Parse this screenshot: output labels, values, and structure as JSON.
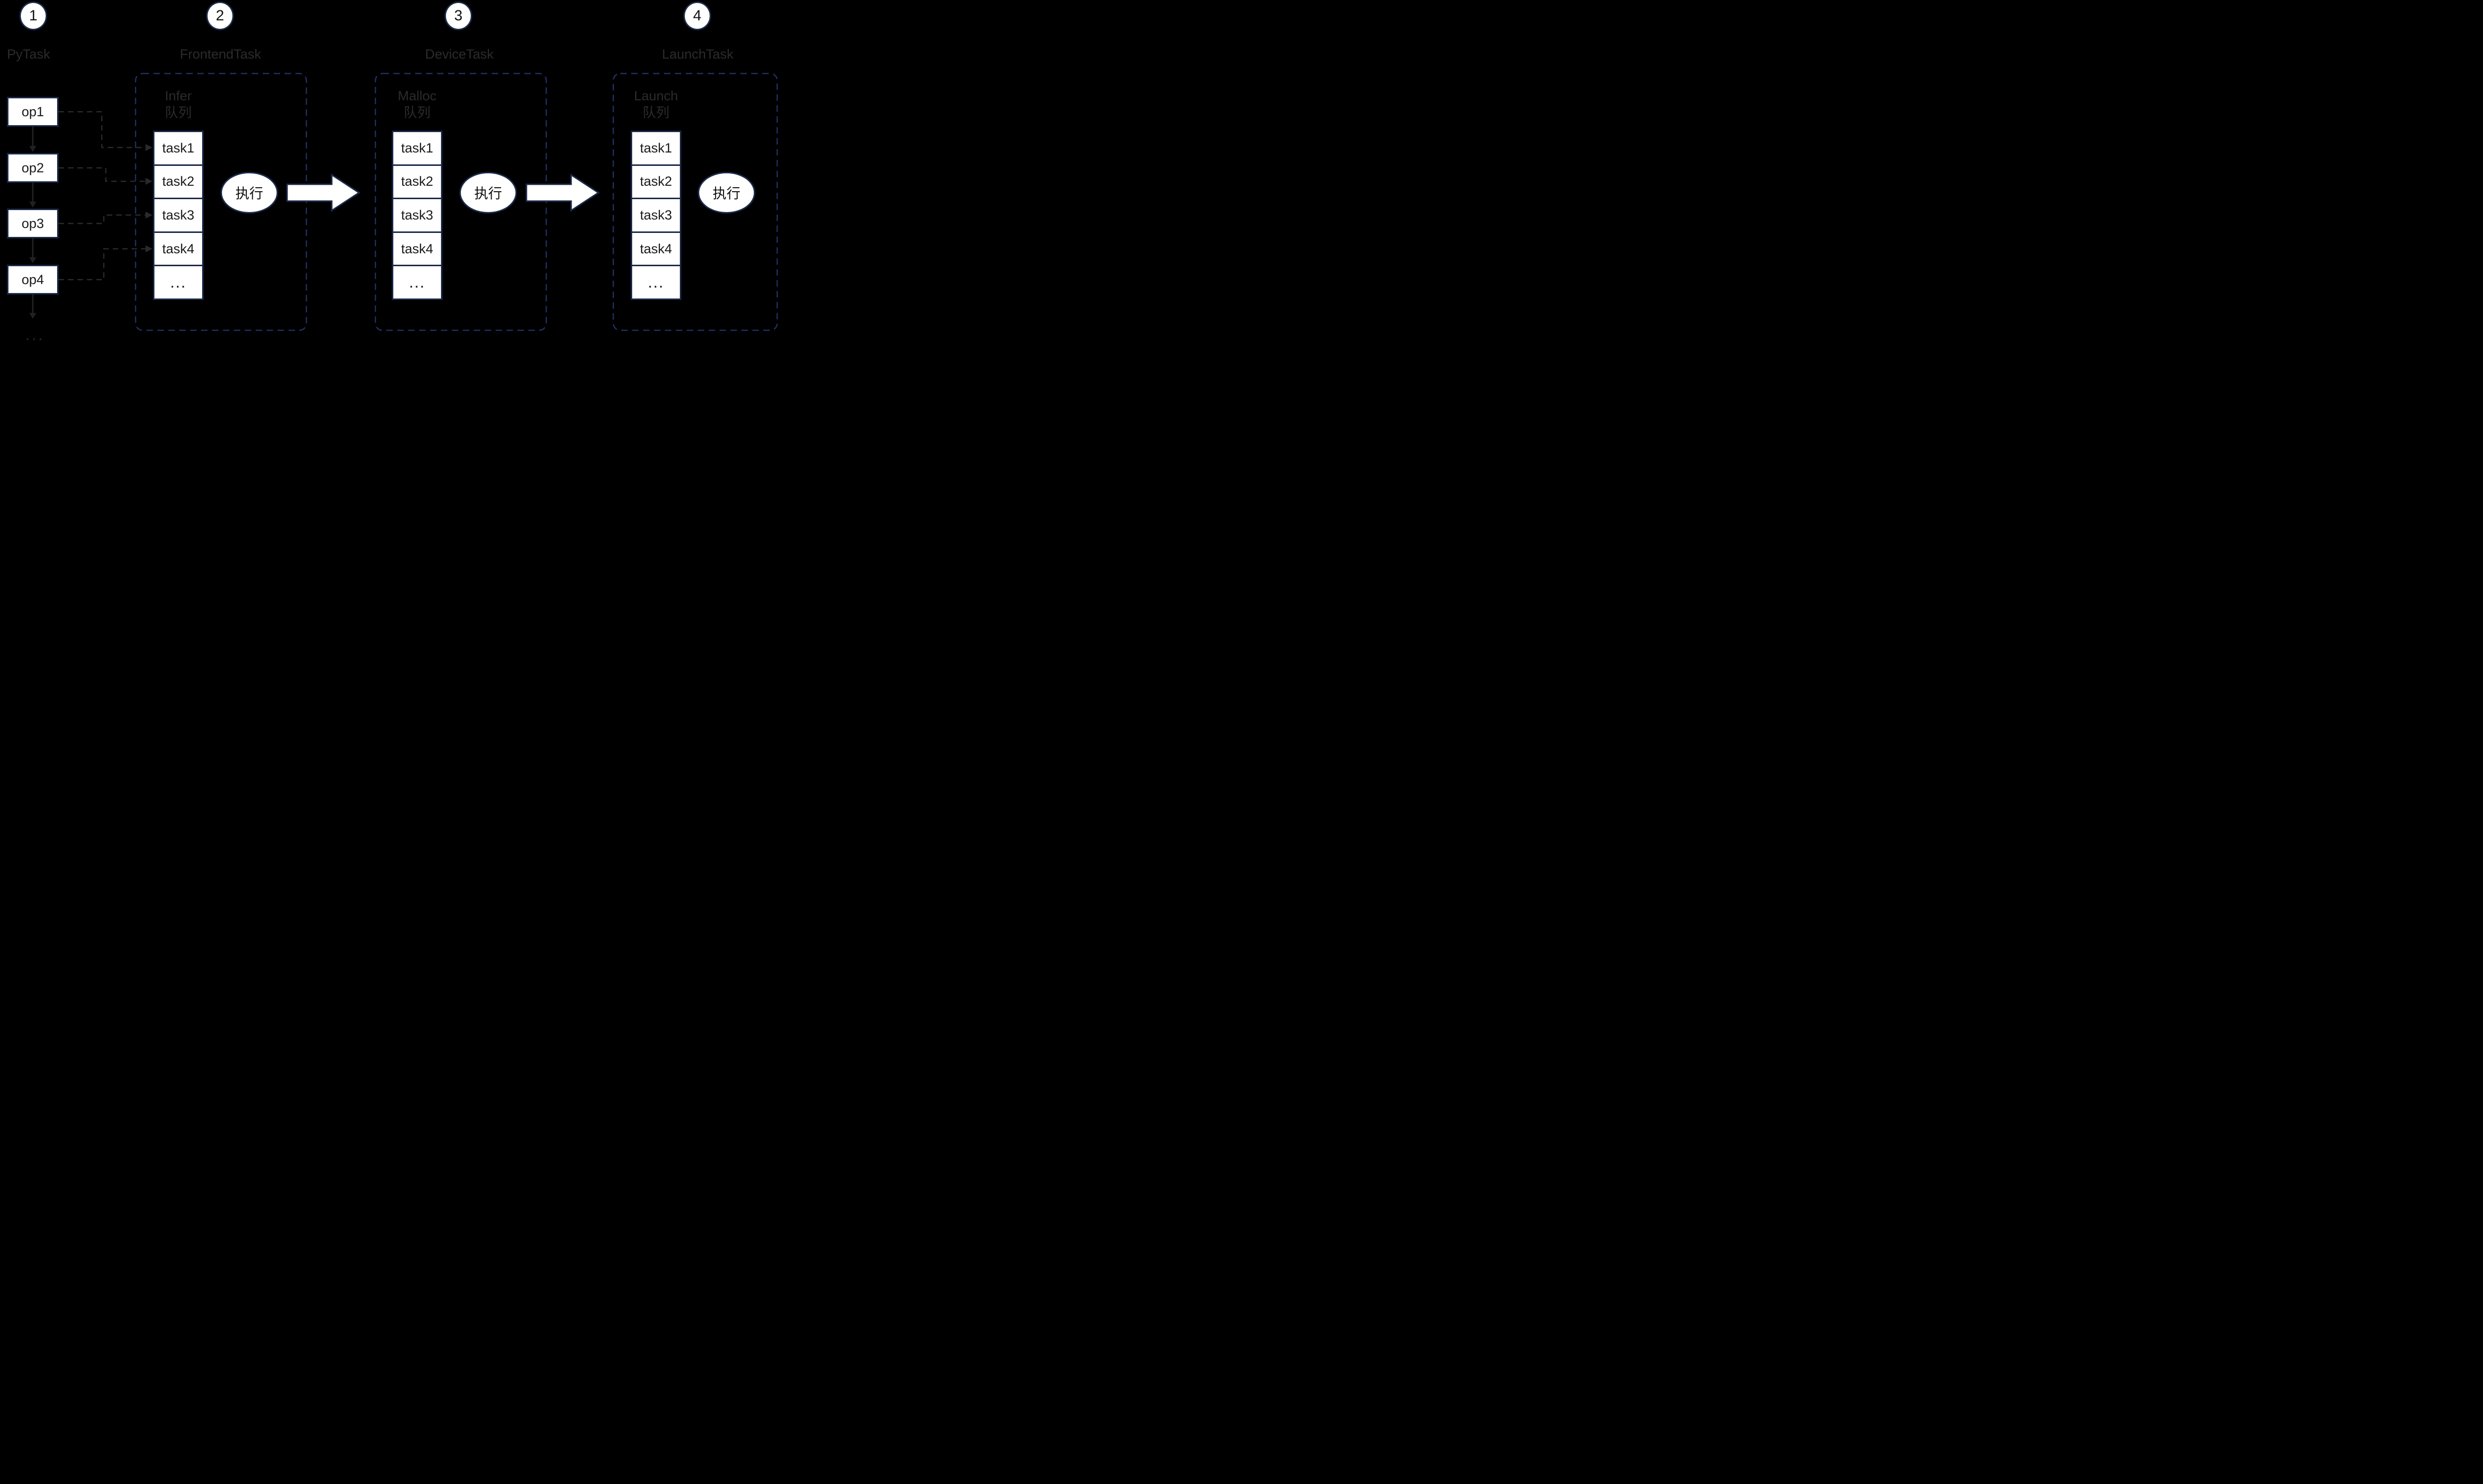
{
  "colors": {
    "background": "#000000",
    "navy_border": "#1b2949",
    "container_dash": "#223063",
    "box_fill": "#ffffff",
    "muted_heading": "#2b2b2b",
    "connector_gray": "#2a2a2e",
    "flow_arrow_gray": "#212121",
    "text_dark": "#1a1a1a"
  },
  "stages": [
    {
      "number": "1",
      "title": "PyTask",
      "ops": [
        "op1",
        "op2",
        "op3",
        "op4"
      ],
      "more_label": "..."
    },
    {
      "number": "2",
      "title": "FrontendTask",
      "queue_title": [
        "Infer",
        "队列"
      ],
      "queue_items": [
        "task1",
        "task2",
        "task3",
        "task4",
        "..."
      ],
      "exec_label": "执行"
    },
    {
      "number": "3",
      "title": "DeviceTask",
      "queue_title": [
        "Malloc",
        "队列"
      ],
      "queue_items": [
        "task1",
        "task2",
        "task3",
        "task4",
        "..."
      ],
      "exec_label": "执行"
    },
    {
      "number": "4",
      "title": "LaunchTask",
      "queue_title": [
        "Launch",
        "队列"
      ],
      "queue_items": [
        "task1",
        "task2",
        "task3",
        "task4",
        "..."
      ],
      "exec_label": "执行"
    }
  ]
}
